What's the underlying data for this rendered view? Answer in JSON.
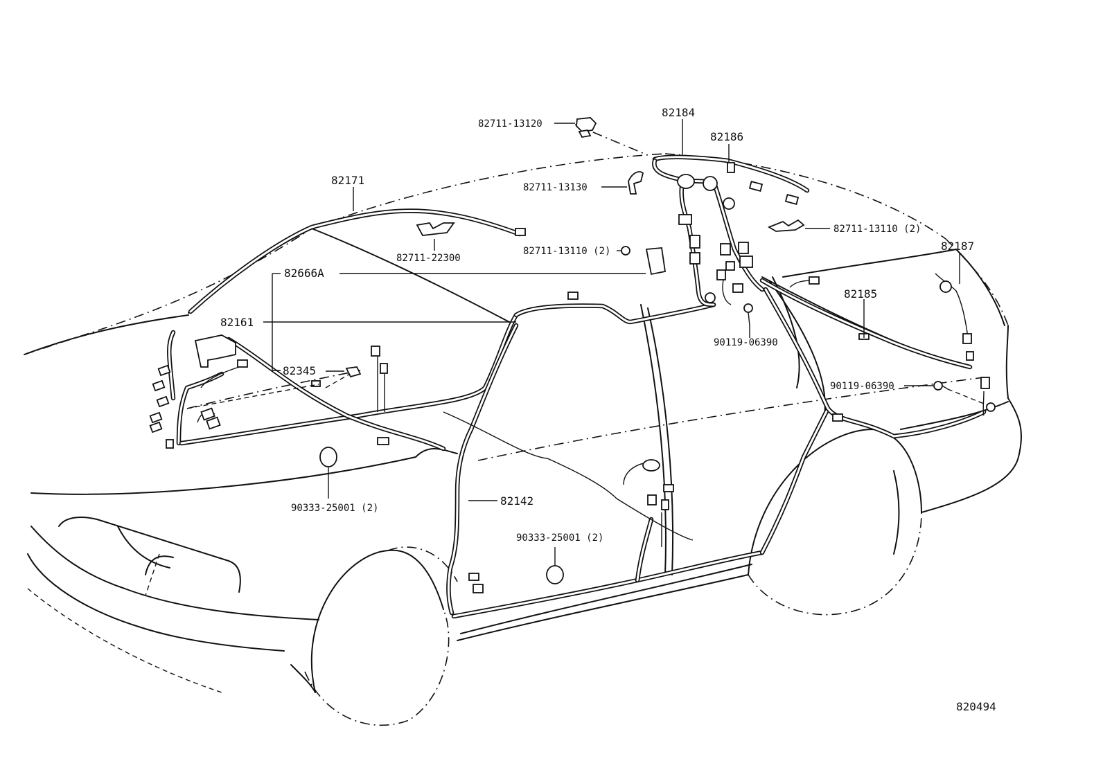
{
  "diagram": {
    "labels": [
      {
        "id": "p82711_13120",
        "text": "82711-13120"
      },
      {
        "id": "p82184",
        "text": "82184"
      },
      {
        "id": "p82186",
        "text": "82186"
      },
      {
        "id": "p82171",
        "text": "82171"
      },
      {
        "id": "p82711_13130",
        "text": "82711-13130"
      },
      {
        "id": "p82711_13110_r",
        "text": "82711-13110 (2)"
      },
      {
        "id": "p82187",
        "text": "82187"
      },
      {
        "id": "p82711_22300",
        "text": "82711-22300"
      },
      {
        "id": "p82711_13110_c",
        "text": "82711-13110 (2)"
      },
      {
        "id": "p82666A",
        "text": "82666A"
      },
      {
        "id": "p82185",
        "text": "82185"
      },
      {
        "id": "p82161",
        "text": "82161"
      },
      {
        "id": "p90119_06390_a",
        "text": "90119-06390"
      },
      {
        "id": "p82345",
        "text": "82345"
      },
      {
        "id": "p90119_06390_b",
        "text": "90119-06390"
      },
      {
        "id": "p82142",
        "text": "82142"
      },
      {
        "id": "p90333_25001_a",
        "text": "90333-25001 (2)"
      },
      {
        "id": "p90333_25001_b",
        "text": "90333-25001 (2)"
      },
      {
        "id": "fig_number",
        "text": "820494"
      }
    ]
  }
}
